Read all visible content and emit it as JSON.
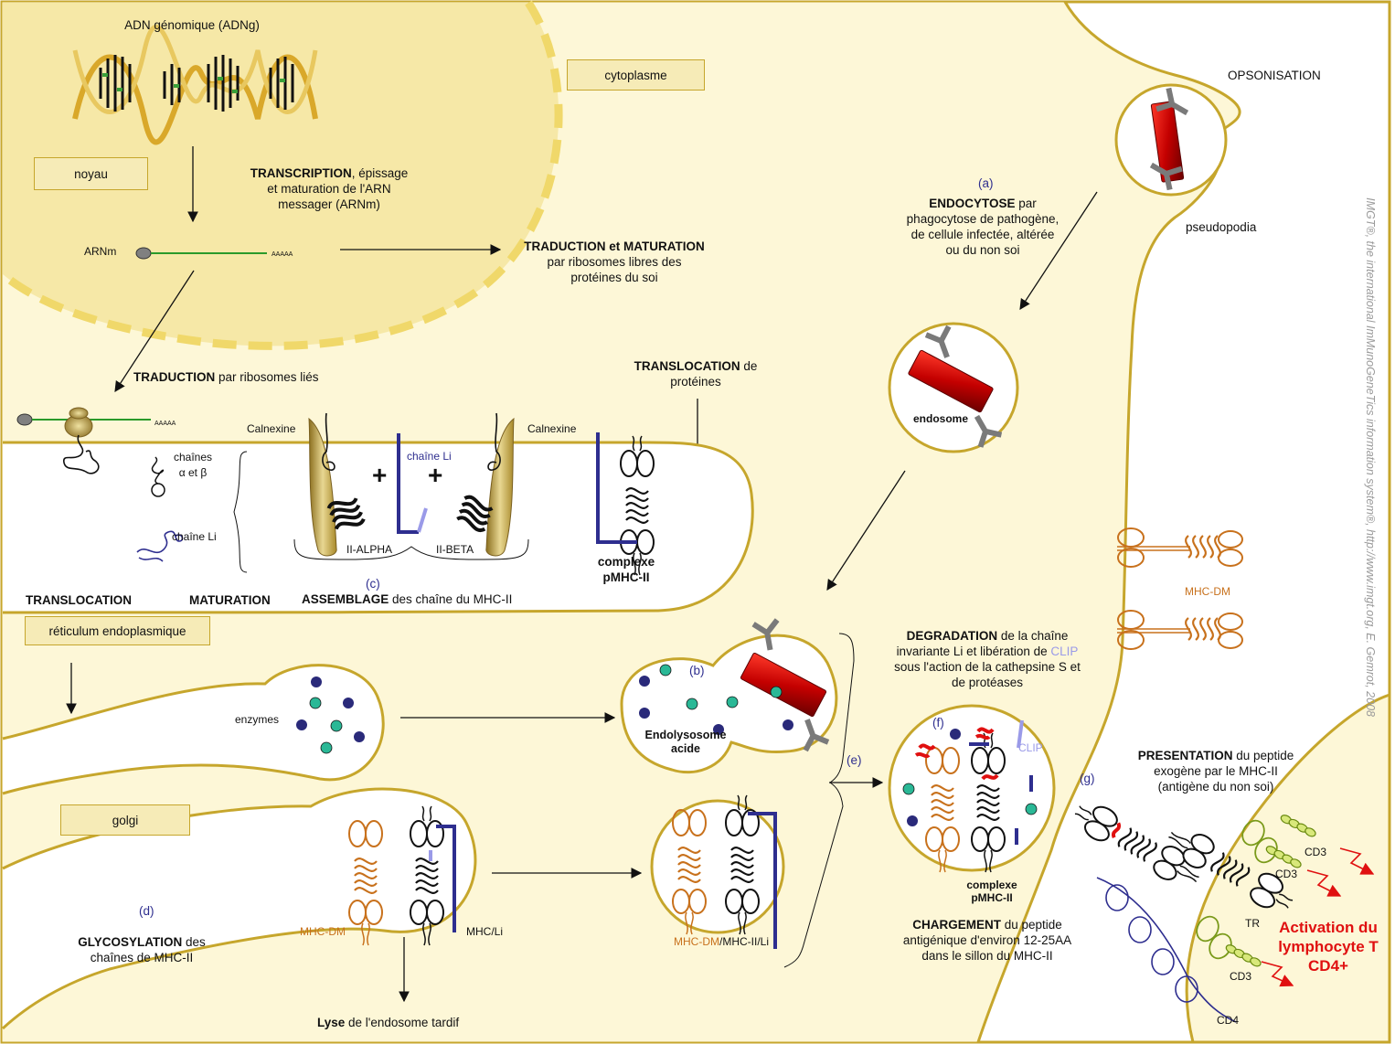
{
  "credit": "IMGT®, the international ImMunoGeneTics information system®, http://www.imgt.org, E. Gemrot, 2008",
  "labels": {
    "adng": "ADN génomique (ADNg)",
    "noyau": "noyau",
    "cytoplasme": "cytoplasme",
    "transcription_bold": "TRANSCRIPTION",
    "transcription_rest": ", épissage",
    "transcription_l2": "et maturation de l'ARN",
    "transcription_l3": "messager (ARNm)",
    "arnm": "ARNm",
    "polya": "AAAAA",
    "trad_mat_bold": "TRADUCTION et MATURATION",
    "trad_mat_l2": "par ribosomes libres des",
    "trad_mat_l3": "protéines du soi",
    "traduction_bold": "TRADUCTION",
    "traduction_rest": " par ribosomes liés",
    "translocation_prot_bold": "TRANSLOCATION",
    "translocation_prot_rest": " de",
    "translocation_prot_l2": "protéines",
    "calnexine_left": "Calnexine",
    "calnexine_right": "Calnexine",
    "chaines_l1": "chaînes",
    "chaines_l2": "α et β",
    "chaine_li_er": "chaîne Li",
    "chaine_li_assembly": "chaîne Li",
    "plus1": "+",
    "plus2": "+",
    "ii_alpha": "II-ALPHA",
    "ii_beta": "II-BETA",
    "complexe_l1": "complexe",
    "complexe_l2": "pMHC-II",
    "step_c": "(c)",
    "translocation": "TRANSLOCATION",
    "maturation": "MATURATION",
    "assemblage_bold": "ASSEMBLAGE",
    "assemblage_rest": " des chaîne du MHC-II",
    "reticulum": "réticulum endoplasmique",
    "enzymes": "enzymes",
    "golgi": "golgi",
    "step_d": "(d)",
    "glyco_bold": "GLYCOSYLATION",
    "glyco_rest": " des",
    "glyco_l2": "chaînes de MHC-II",
    "mhc_dm_golgi": "MHC-DM",
    "mhc_li_golgi": "MHC/Li",
    "lyse_bold": "Lyse",
    "lyse_rest": " de l'endosome tardif",
    "step_b": "(b)",
    "endolysosome_l1": "Endolysosome",
    "endolysosome_l2": "acide",
    "mhc_dm_vesicle": "MHC-DM",
    "mhc_ii_li_vesicle": "/MHC-II/Li",
    "step_e": "(e)",
    "step_a": "(a)",
    "endocytose_bold": "ENDOCYTOSE",
    "endocytose_rest": " par",
    "endocytose_l2": "phagocytose de pathogène,",
    "endocytose_l3": "de cellule infectée, altérée",
    "endocytose_l4": "ou du non soi",
    "endosome": "endosome",
    "opsonisation": "OPSONISATION",
    "pseudopodia": "pseudopodia",
    "mhc_dm_membrane": "MHC-DM",
    "degradation_bold": "DEGRADATION",
    "degradation_rest": " de la chaîne",
    "degradation_l2a": "invariante Li et libération de ",
    "degradation_clip": "CLIP",
    "degradation_l3": "sous l'action de la cathepsine S et",
    "degradation_l4": "de protéases",
    "step_f": "(f)",
    "clip": "CLIP",
    "complexe_f_l1": "complexe",
    "complexe_f_l2": "pMHC-II",
    "chargement_bold": "CHARGEMENT",
    "chargement_rest": " du peptide",
    "chargement_l2": "antigénique d'environ 12-25AA",
    "chargement_l3": "dans le sillon du MHC-II",
    "step_g": "(g)",
    "presentation_bold": "PRESENTATION",
    "presentation_rest": " du peptide",
    "presentation_l2": "exogène par le MHC-II",
    "presentation_l3": "(antigène du non soi)",
    "cd3_a": "CD3",
    "cd3_b": "CD3",
    "cd3_c": "CD3",
    "tr": "TR",
    "cd4": "CD4",
    "activation_l1": "Activation du",
    "activation_l2": "lymphocyte T",
    "activation_l3": "CD4+"
  },
  "colors": {
    "cell_fill": "#fdf7d7",
    "membrane": "#c6a62c",
    "nucleus_fill": "#f6e8a7",
    "box_fill": "#f6ebb7",
    "mhc_dm": "#c8711c",
    "li_chain": "#2e2e8f",
    "clip": "#9a9ae8",
    "activation": "#e01010",
    "cd3": "#8aaa1c",
    "mrna": "#2a9a2a"
  }
}
